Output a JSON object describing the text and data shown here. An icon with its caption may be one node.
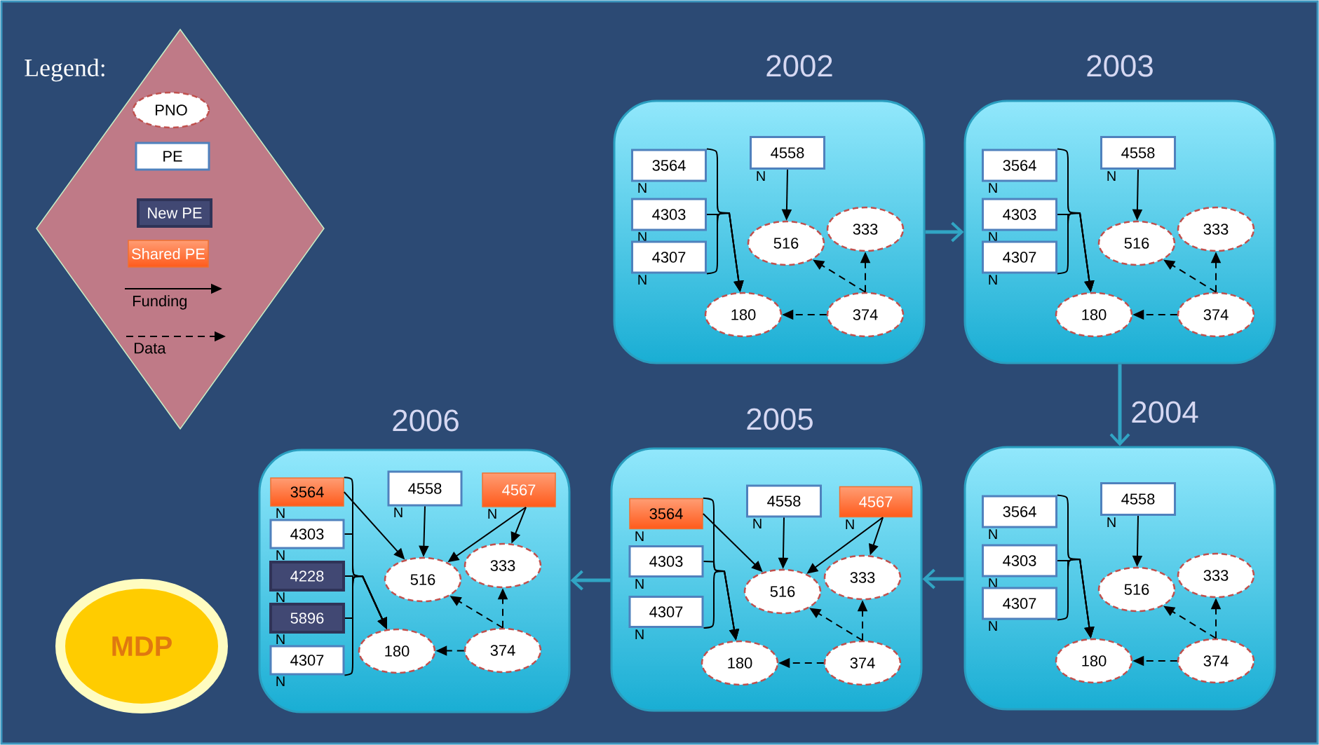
{
  "diagram": {
    "nodes": [
      {
        "text": [
          "2002"
        ]
      },
      {
        "text": [
          "3564"
        ],
        "beside": [
          "N"
        ],
        "in": 0
      },
      {
        "text": [
          "4303"
        ],
        "beside": [
          "N"
        ],
        "in": 0
      },
      {
        "text": [
          "4307"
        ],
        "beside": [
          "N"
        ],
        "in": 0
      },
      {
        "text": [
          "4558"
        ],
        "beside": [
          "N"
        ],
        "in": 0
      },
      {
        "text": [
          "516"
        ],
        "in": 0
      },
      {
        "text": [
          "333"
        ],
        "in": 0
      },
      {
        "text": [
          "180"
        ],
        "in": 0
      },
      {
        "text": [
          "374"
        ],
        "in": 0
      },
      {
        "text": [
          "2003"
        ]
      },
      {
        "text": [
          "3564"
        ],
        "beside": [
          "N"
        ],
        "in": 9
      },
      {
        "text": [
          "4303"
        ],
        "beside": [
          "N"
        ],
        "in": 9
      },
      {
        "text": [
          "4307"
        ],
        "beside": [
          "N"
        ],
        "in": 9
      },
      {
        "text": [
          "4558"
        ],
        "beside": [
          "N"
        ],
        "in": 9
      },
      {
        "text": [
          "516"
        ],
        "in": 9
      },
      {
        "text": [
          "333"
        ],
        "in": 9
      },
      {
        "text": [
          "180"
        ],
        "in": 9
      },
      {
        "text": [
          "374"
        ],
        "in": 9
      },
      {
        "text": [
          "2004"
        ]
      },
      {
        "text": [
          "3564"
        ],
        "beside": [
          "N"
        ],
        "in": 18
      },
      {
        "text": [
          "4303"
        ],
        "beside": [
          "N"
        ],
        "in": 18
      },
      {
        "text": [
          "4307"
        ],
        "beside": [
          "N"
        ],
        "in": 18
      },
      {
        "text": [
          "4558"
        ],
        "beside": [
          "N"
        ],
        "in": 18
      },
      {
        "text": [
          "516"
        ],
        "in": 18
      },
      {
        "text": [
          "333"
        ],
        "in": 18
      },
      {
        "text": [
          "180"
        ],
        "in": 18
      },
      {
        "text": [
          "374"
        ],
        "in": 18
      },
      {
        "text": [
          "2005"
        ]
      },
      {
        "text": [
          "3564"
        ],
        "beside": [
          "N"
        ],
        "in": 27
      },
      {
        "text": [
          "4303"
        ],
        "beside": [
          "N"
        ],
        "in": 27
      },
      {
        "text": [
          "4307"
        ],
        "beside": [
          "N"
        ],
        "in": 27
      },
      {
        "text": [
          "4558"
        ],
        "beside": [
          "N"
        ],
        "in": 27
      },
      {
        "text": [
          "4567"
        ],
        "beside": [
          "N"
        ],
        "in": 27
      },
      {
        "text": [
          "516"
        ],
        "in": 27
      },
      {
        "text": [
          "333"
        ],
        "in": 27
      },
      {
        "text": [
          "180"
        ],
        "in": 27
      },
      {
        "text": [
          "374"
        ],
        "in": 27
      },
      {
        "text": [
          "2006"
        ]
      },
      {
        "text": [
          "3564"
        ],
        "beside": [
          "N"
        ],
        "in": 37
      },
      {
        "text": [
          "4303"
        ],
        "beside": [
          "N"
        ],
        "in": 37
      },
      {
        "text": [
          "4228"
        ],
        "beside": [
          "N"
        ],
        "in": 37
      },
      {
        "text": [
          "5896"
        ],
        "beside": [
          "N"
        ],
        "in": 37
      },
      {
        "text": [
          "4307"
        ],
        "beside": [
          "N"
        ],
        "in": 37
      },
      {
        "text": [
          "4558"
        ],
        "beside": [
          "N"
        ],
        "in": 37
      },
      {
        "text": [
          "4567"
        ],
        "beside": [
          "N"
        ],
        "in": 37
      },
      {
        "text": [
          "516"
        ],
        "in": 37
      },
      {
        "text": [
          "333"
        ],
        "in": 37
      },
      {
        "text": [
          "180"
        ],
        "in": 37
      },
      {
        "text": [
          "374"
        ],
        "in": 37
      },
      {
        "text": [
          "MDP"
        ]
      }
    ],
    "edges": [
      {
        "from": 1,
        "to": 7,
        "arrow": "to"
      },
      {
        "from": 2,
        "to": 7,
        "arrow": "to"
      },
      {
        "from": 3,
        "to": 7,
        "arrow": "to"
      },
      {
        "from": 4,
        "to": 5,
        "arrow": "to"
      },
      {
        "from": 8,
        "to": 5,
        "arrow": "to",
        "style": "dashed"
      },
      {
        "from": 8,
        "to": 6,
        "arrow": "to",
        "style": "dashed"
      },
      {
        "from": 8,
        "to": 7,
        "arrow": "to",
        "style": "dashed"
      },
      {
        "from": 10,
        "to": 16,
        "arrow": "to"
      },
      {
        "from": 11,
        "to": 16,
        "arrow": "to"
      },
      {
        "from": 12,
        "to": 16,
        "arrow": "to"
      },
      {
        "from": 13,
        "to": 14,
        "arrow": "to"
      },
      {
        "from": 17,
        "to": 14,
        "arrow": "to",
        "style": "dashed"
      },
      {
        "from": 17,
        "to": 15,
        "arrow": "to",
        "style": "dashed"
      },
      {
        "from": 17,
        "to": 16,
        "arrow": "to",
        "style": "dashed"
      },
      {
        "from": 19,
        "to": 25,
        "arrow": "to"
      },
      {
        "from": 20,
        "to": 25,
        "arrow": "to"
      },
      {
        "from": 21,
        "to": 25,
        "arrow": "to"
      },
      {
        "from": 22,
        "to": 23,
        "arrow": "to"
      },
      {
        "from": 26,
        "to": 23,
        "arrow": "to",
        "style": "dashed"
      },
      {
        "from": 26,
        "to": 24,
        "arrow": "to",
        "style": "dashed"
      },
      {
        "from": 26,
        "to": 25,
        "arrow": "to",
        "style": "dashed"
      },
      {
        "from": 28,
        "to": 33,
        "arrow": "to"
      },
      {
        "from": 28,
        "to": 35,
        "arrow": "to"
      },
      {
        "from": 29,
        "to": 35,
        "arrow": "to"
      },
      {
        "from": 30,
        "to": 35,
        "arrow": "to"
      },
      {
        "from": 31,
        "to": 33,
        "arrow": "to"
      },
      {
        "from": 32,
        "to": 33,
        "arrow": "to"
      },
      {
        "from": 32,
        "to": 34,
        "arrow": "to"
      },
      {
        "from": 36,
        "to": 33,
        "arrow": "to",
        "style": "dashed"
      },
      {
        "from": 36,
        "to": 34,
        "arrow": "to",
        "style": "dashed"
      },
      {
        "from": 36,
        "to": 35,
        "arrow": "to",
        "style": "dashed"
      },
      {
        "from": 38,
        "to": 45,
        "arrow": "to"
      },
      {
        "from": 38,
        "to": 47,
        "arrow": "to"
      },
      {
        "from": 39,
        "to": 47,
        "arrow": "to"
      },
      {
        "from": 40,
        "to": 47,
        "arrow": "to"
      },
      {
        "from": 41,
        "to": 47,
        "arrow": "to"
      },
      {
        "from": 42,
        "to": 47,
        "arrow": "to"
      },
      {
        "from": 43,
        "to": 45,
        "arrow": "to"
      },
      {
        "from": 44,
        "to": 45,
        "arrow": "to"
      },
      {
        "from": 44,
        "to": 46,
        "arrow": "to"
      },
      {
        "from": 48,
        "to": 45,
        "arrow": "to",
        "style": "dashed"
      },
      {
        "from": 48,
        "to": 46,
        "arrow": "to",
        "style": "dashed"
      },
      {
        "from": 48,
        "to": 47,
        "arrow": "to",
        "style": "dashed"
      },
      {
        "from": 0,
        "to": 9,
        "arrow": "to",
        "style": "thick",
        "color": "#31a5c4"
      },
      {
        "from": 9,
        "to": 18,
        "arrow": "to",
        "style": "thick",
        "color": "#31a5c4"
      },
      {
        "from": 18,
        "to": 27,
        "arrow": "to",
        "style": "thick",
        "color": "#31a5c4"
      },
      {
        "from": 27,
        "to": 37,
        "arrow": "to",
        "style": "thick",
        "color": "#31a5c4"
      }
    ],
    "labels": [
      "Legend:"
    ],
    "legend": [
      {
        "text": "PNO"
      },
      {
        "text": "PE"
      },
      {
        "text": "New PE"
      },
      {
        "text": "Shared PE"
      },
      {
        "text": "Funding"
      },
      {
        "text": "Data"
      }
    ]
  }
}
